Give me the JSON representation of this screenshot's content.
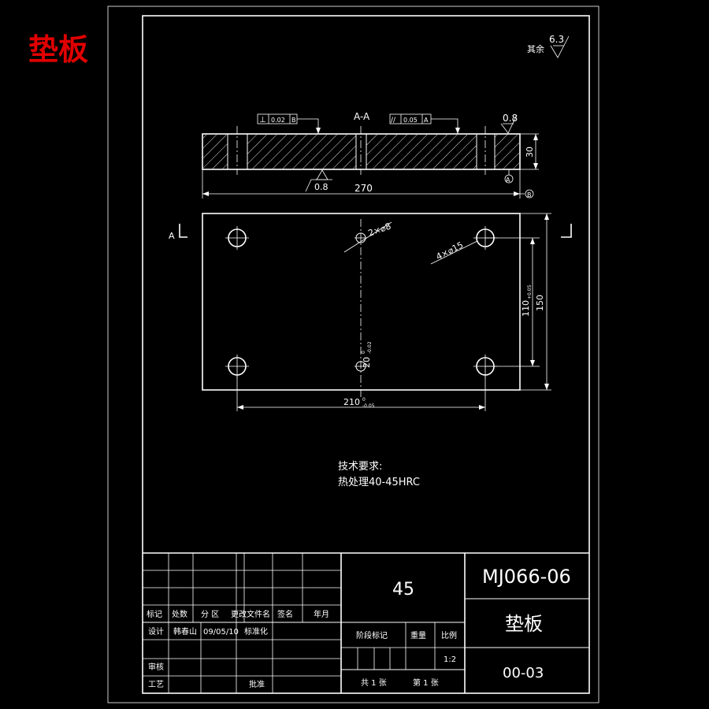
{
  "corner_title": "垫板",
  "roughness_other": {
    "label": "其余",
    "value": "6.3"
  },
  "section_view": {
    "label": "A-A",
    "tolerance_left": {
      "symbol": "⊥",
      "value": "0.02",
      "datum": "B"
    },
    "tolerance_right": {
      "symbol": "//",
      "value": "0.05",
      "datum": "A"
    },
    "roughness_top": "0.8",
    "roughness_bottom": "0.8",
    "dim_length": "270",
    "dim_thickness": "30",
    "datum_a": "A",
    "datum_b": "B"
  },
  "plan_view": {
    "section_mark_left": "A",
    "callout_small_holes": "2×⌀8",
    "callout_large_holes": "4×⌀15",
    "dim_hole_vertical": "110",
    "dim_hole_vertical_tol": "+0.05",
    "dim_width": "150",
    "dim_hole_horizontal": "210",
    "dim_hole_horizontal_tol_upper": "0",
    "dim_hole_horizontal_tol_lower": "-0.05",
    "dim_small_hole": "20",
    "dim_small_hole_tol_upper": "0",
    "dim_small_hole_tol_lower": "-0.02"
  },
  "tech_requirements": {
    "title": "技术要求:",
    "line1": "热处理40-45HRC"
  },
  "title_block": {
    "material": "45",
    "drawing_number": "MJ066-06",
    "part_name": "垫板",
    "sheet_code": "00-03",
    "headers": [
      "标记",
      "处数",
      "分 区",
      "更改文件名",
      "签名",
      "年月"
    ],
    "design_label": "设计",
    "designer": "韩春山",
    "design_date": "09/05/10",
    "standardize_label": "标准化",
    "review_label": "审核",
    "process_label": "工艺",
    "approve_label": "批准",
    "stage_label": "阶段标记",
    "weight_label": "重量",
    "scale_label": "比例",
    "scale_value": "1:2",
    "sheets_total": "共 1 张",
    "sheet_current": "第 1 张"
  }
}
